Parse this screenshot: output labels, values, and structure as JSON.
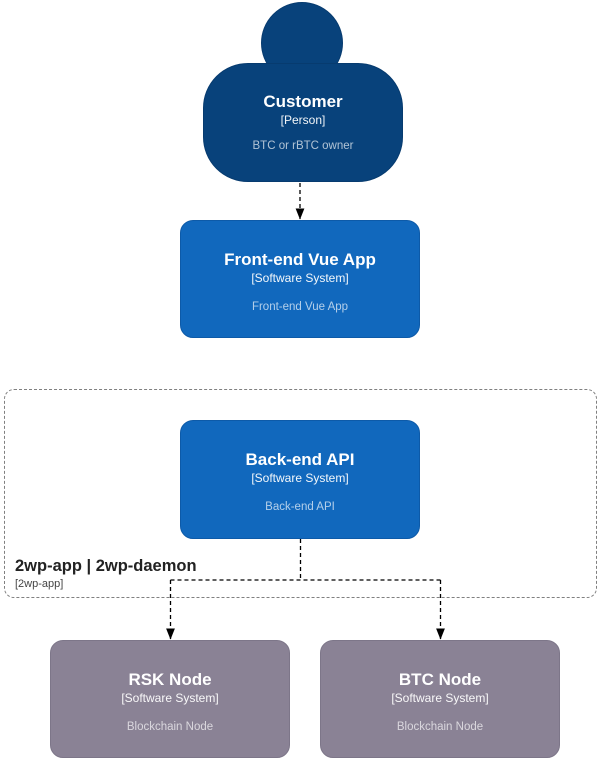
{
  "colors": {
    "canvas_bg": "#ffffff",
    "person_bg": "#08427b",
    "person_border": "#073b6f",
    "system_bg": "#1168bd",
    "system_border": "#0d5aa8",
    "external_bg": "#8a8295",
    "external_border": "#7d7689",
    "boundary_border": "#808080",
    "boundary_title_color": "#222222",
    "boundary_subtitle_color": "#444444",
    "arrow_color": "#000000"
  },
  "nodes": {
    "customer": {
      "name": "Customer",
      "meta": "[Person]",
      "description": "BTC or rBTC owner"
    },
    "frontend": {
      "name": "Front-end Vue App",
      "meta": "[Software System]",
      "description": "Front-end Vue App"
    },
    "backend": {
      "name": "Back-end API",
      "meta": "[Software System]",
      "description": "Back-end API"
    },
    "rsk_node": {
      "name": "RSK Node",
      "meta": "[Software System]",
      "description": "Blockchain Node"
    },
    "btc_node": {
      "name": "BTC Node",
      "meta": "[Software System]",
      "description": "Blockchain Node"
    }
  },
  "boundary": {
    "title": "2wp-app | 2wp-daemon",
    "subtitle": "[2wp-app]"
  }
}
